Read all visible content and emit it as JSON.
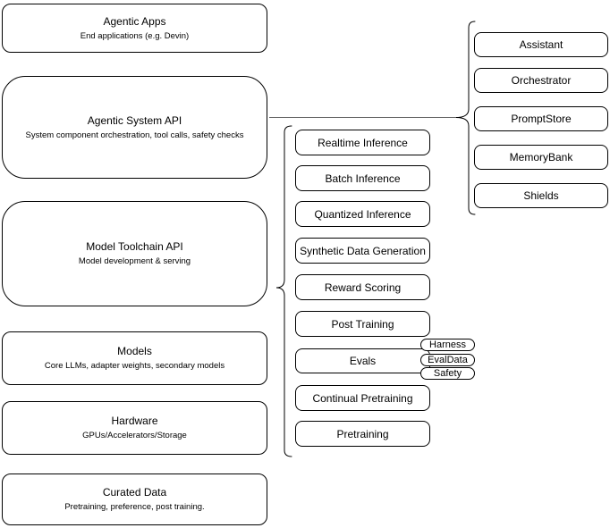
{
  "colors": {
    "node_stroke": "#000000",
    "node_fill": "#ffffff",
    "text": "#000000",
    "connector_line": "#666666"
  },
  "stack_nodes": [
    {
      "title": "Agentic Apps",
      "subtitle": "End applications (e.g. Devin)"
    },
    {
      "title": "Agentic System API",
      "subtitle": "System component orchestration, tool calls, safety checks"
    },
    {
      "title": "Model Toolchain API",
      "subtitle": "Model development & serving"
    },
    {
      "title": "Models",
      "subtitle": "Core LLMs, adapter weights, secondary models"
    },
    {
      "title": "Hardware",
      "subtitle": "GPUs/Accelerators/Storage"
    },
    {
      "title": "Curated Data",
      "subtitle": "Pretraining, preference, post training."
    }
  ],
  "toolchain_items": [
    "Realtime Inference",
    "Batch Inference",
    "Quantized Inference",
    "Synthetic Data Generation",
    "Reward Scoring",
    "Post Training",
    "Evals",
    "Continual Pretraining",
    "Pretraining"
  ],
  "evals_tags": [
    "Harness",
    "EvalData",
    "Safety"
  ],
  "system_items": [
    "Assistant",
    "Orchestrator",
    "PromptStore",
    "MemoryBank",
    "Shields"
  ]
}
